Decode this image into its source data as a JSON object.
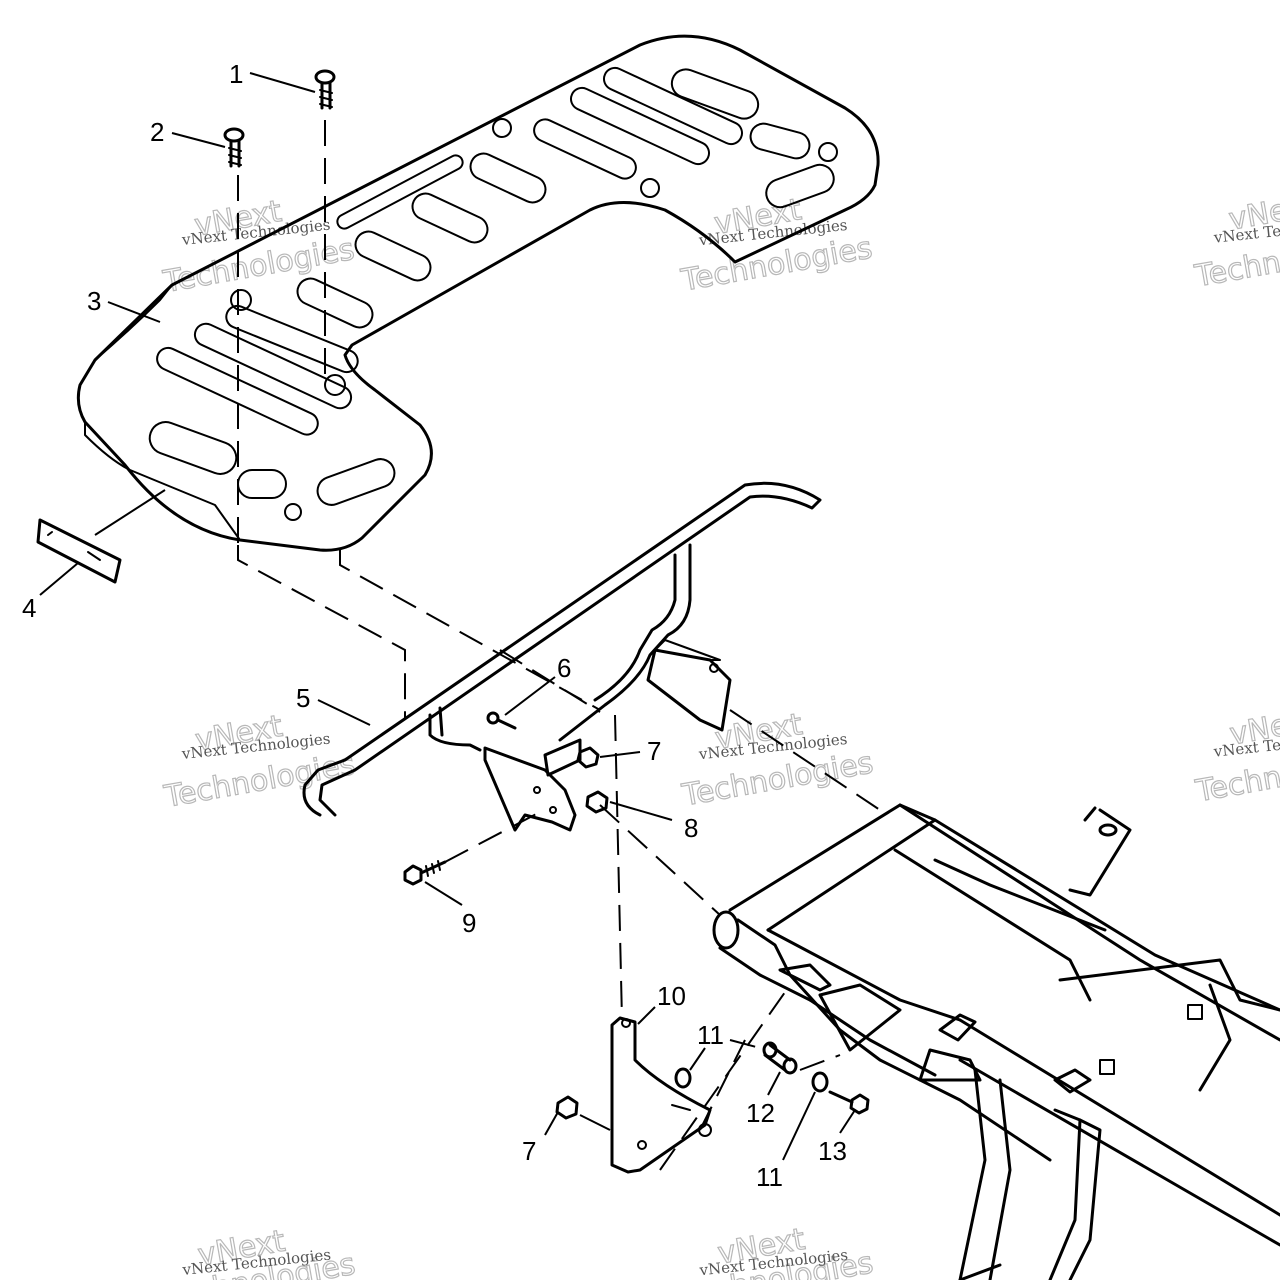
{
  "watermark": {
    "small": "vNext Technologies",
    "big_top": "vNext",
    "big_bottom": "Technologies"
  },
  "callouts": [
    "1",
    "2",
    "3",
    "4",
    "5",
    "6",
    "7",
    "8",
    "9",
    "10",
    "11",
    "12",
    "11",
    "13",
    "7"
  ]
}
